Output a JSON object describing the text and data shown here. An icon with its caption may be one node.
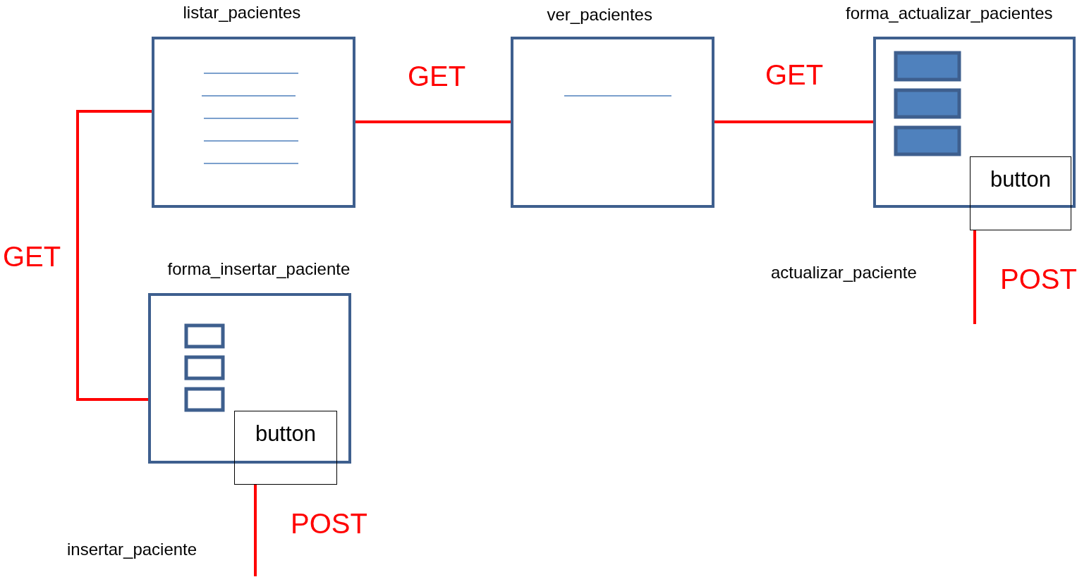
{
  "diagram": {
    "nodes": [
      {
        "text": [
          "listar_pacientes"
        ]
      },
      {
        "text": [
          "ver_pacientes"
        ]
      },
      {
        "text": [
          "forma_actualizar_pacientes"
        ]
      },
      {
        "text": [
          "button"
        ]
      },
      {
        "text": [
          "forma_insertar_paciente"
        ]
      },
      {
        "text": [
          "button"
        ]
      }
    ],
    "edges": [
      {
        "from": 0,
        "to": 1,
        "arrow": "none",
        "label": "GET"
      },
      {
        "from": 1,
        "to": 2,
        "arrow": "none",
        "label": "GET"
      },
      {
        "from": 0,
        "to": 4,
        "arrow": "none",
        "label": "GET"
      },
      {
        "from": 3,
        "to": null,
        "arrow": "none",
        "label": "POST"
      },
      {
        "from": 5,
        "to": null,
        "arrow": "none",
        "label": "POST"
      }
    ],
    "labels": [
      "actualizar_paciente",
      "insertar_paciente"
    ]
  }
}
